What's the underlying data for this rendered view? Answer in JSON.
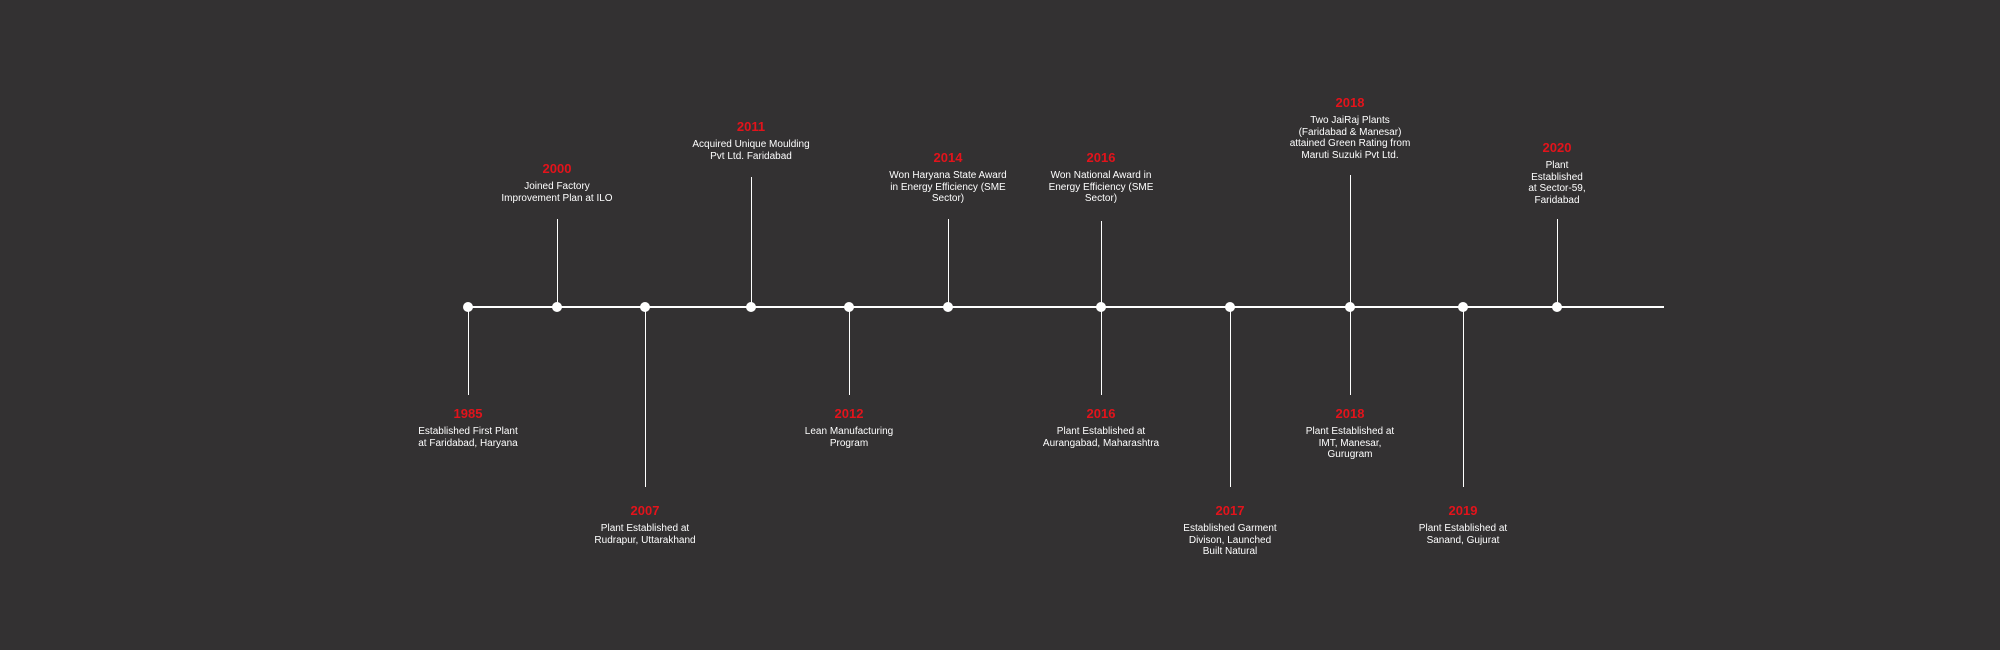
{
  "colors": {
    "background": "#333132",
    "line": "#ffffff",
    "year": "#e3131b",
    "text": "#ffffff"
  },
  "milestones": [
    {
      "year": "1985",
      "lines": [
        "Established First Plant",
        "at Faridabad, Haryana"
      ]
    },
    {
      "year": "2000",
      "lines": [
        "Joined Factory",
        "Improvement Plan at ILO"
      ]
    },
    {
      "year": "2007",
      "lines": [
        "Plant Established at",
        "Rudrapur, Uttarakhand"
      ]
    },
    {
      "year": "2011",
      "lines": [
        "Acquired Unique Moulding",
        "Pvt Ltd. Faridabad"
      ]
    },
    {
      "year": "2012",
      "lines": [
        "Lean Manufacturing",
        "Program"
      ]
    },
    {
      "year": "2014",
      "lines": [
        "Won Haryana State Award",
        "in Energy Efficiency (SME",
        "Sector)"
      ]
    },
    {
      "year": "2016",
      "lines": [
        "Won National Award in",
        "Energy Efficiency (SME",
        "Sector)"
      ]
    },
    {
      "year": "2016",
      "lines": [
        "Plant Established at",
        "Aurangabad, Maharashtra"
      ]
    },
    {
      "year": "2017",
      "lines": [
        "Established Garment",
        "Divison, Launched",
        "Built Natural"
      ]
    },
    {
      "year": "2018",
      "lines": [
        "Two JaiRaj Plants",
        "(Faridabad & Manesar)",
        "attained Green Rating from",
        "Maruti Suzuki Pvt Ltd."
      ]
    },
    {
      "year": "2018",
      "lines": [
        "Plant Established at",
        "IMT, Manesar,",
        "Gurugram"
      ]
    },
    {
      "year": "2019",
      "lines": [
        "Plant Established at",
        "Sanand, Gujurat"
      ]
    },
    {
      "year": "2020",
      "lines": [
        "Plant",
        "Established",
        "at Sector-59,",
        "Faridabad"
      ]
    }
  ]
}
